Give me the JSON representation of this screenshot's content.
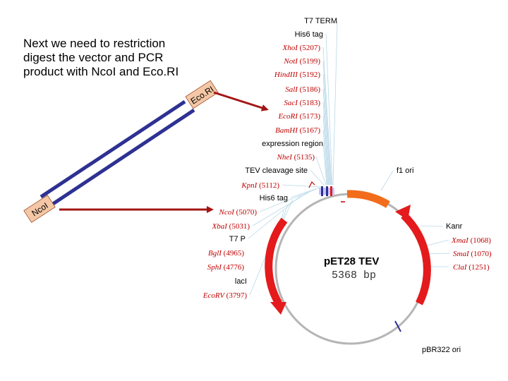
{
  "slide": {
    "caption_lines": [
      "Next we need to restriction",
      "digest the vector and PCR",
      "product with NcoI and Eco.RI"
    ]
  },
  "pcr_product": {
    "left_end_label": "NcoI",
    "right_end_label": "Eco.RI",
    "band_color": "#2e3192",
    "end_color": "#f4c7a6",
    "arrow_color": "#a31515"
  },
  "plasmid": {
    "name": "pET28 TEV",
    "size": "5368 bp",
    "backbone_color": "#b5b5b5",
    "feature_color": "#e41a1c",
    "f1_ori_color": "#f26c1c"
  },
  "labels": {
    "t7_term": "T7 TERM",
    "his6_tag_top": "His6 tag",
    "expression_region": "expression region",
    "tev_site": "TEV cleavage site",
    "his6_tag_mid": "His6 tag",
    "t7_p": "T7 P",
    "laci": "lacI",
    "f1_ori": "f1 ori",
    "kanr": "Kanr",
    "pbr322_ori": "pBR322 ori"
  },
  "sites_top": [
    {
      "name": "XhoI",
      "pos": "(5207)"
    },
    {
      "name": "NotI",
      "pos": "(5199)"
    },
    {
      "name": "HindIII",
      "pos": "(5192)"
    },
    {
      "name": "SalI",
      "pos": "(5186)"
    },
    {
      "name": "SacI",
      "pos": "(5183)"
    },
    {
      "name": "EcoRI",
      "pos": "(5173)"
    },
    {
      "name": "BamHI",
      "pos": "(5167)"
    }
  ],
  "sites_mid": [
    {
      "name": "NheI",
      "pos": "(5135)"
    },
    {
      "name": "KpnI",
      "pos": "(5112)"
    }
  ],
  "sites_lower": [
    {
      "name": "NcoI",
      "pos": "(5070)"
    },
    {
      "name": "XbaI",
      "pos": "(5031)"
    }
  ],
  "sites_bottom": [
    {
      "name": "BglI",
      "pos": "(4965)"
    },
    {
      "name": "SphI",
      "pos": "(4776)"
    },
    {
      "name": "EcoRV",
      "pos": "(3797)"
    }
  ],
  "sites_right": [
    {
      "name": "XmaI",
      "pos": "(1068)"
    },
    {
      "name": "SmaI",
      "pos": "(1070)"
    },
    {
      "name": "ClaI",
      "pos": "(1251)"
    }
  ]
}
